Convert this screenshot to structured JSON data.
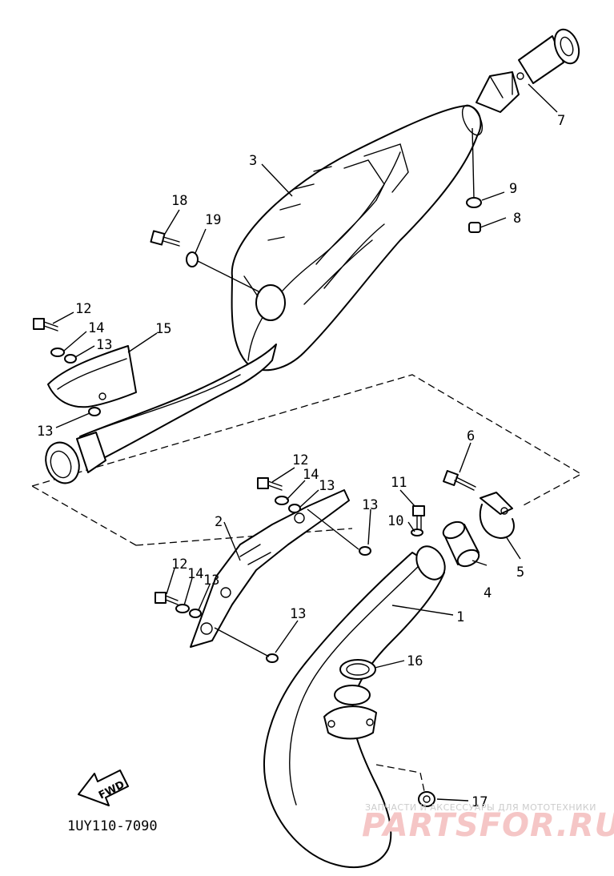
{
  "diagram": {
    "callouts": [
      {
        "id": "part-1",
        "label": "1"
      },
      {
        "id": "part-2",
        "label": "2"
      },
      {
        "id": "part-3",
        "label": "3"
      },
      {
        "id": "part-4",
        "label": "4"
      },
      {
        "id": "part-5",
        "label": "5"
      },
      {
        "id": "part-6",
        "label": "6"
      },
      {
        "id": "part-7",
        "label": "7"
      },
      {
        "id": "part-8",
        "label": "8"
      },
      {
        "id": "part-9",
        "label": "9"
      },
      {
        "id": "part-10",
        "label": "10"
      },
      {
        "id": "part-11",
        "label": "11"
      },
      {
        "id": "part-12a",
        "label": "12"
      },
      {
        "id": "part-12b",
        "label": "12"
      },
      {
        "id": "part-12c",
        "label": "12"
      },
      {
        "id": "part-13a",
        "label": "13"
      },
      {
        "id": "part-13b",
        "label": "13"
      },
      {
        "id": "part-13c",
        "label": "13"
      },
      {
        "id": "part-13d",
        "label": "13"
      },
      {
        "id": "part-13e",
        "label": "13"
      },
      {
        "id": "part-13f",
        "label": "13"
      },
      {
        "id": "part-14a",
        "label": "14"
      },
      {
        "id": "part-14b",
        "label": "14"
      },
      {
        "id": "part-14c",
        "label": "14"
      },
      {
        "id": "part-15",
        "label": "15"
      },
      {
        "id": "part-16",
        "label": "16"
      },
      {
        "id": "part-17",
        "label": "17"
      },
      {
        "id": "part-18",
        "label": "18"
      },
      {
        "id": "part-19",
        "label": "19"
      }
    ],
    "fwd_label": "FWD",
    "drawing_code": "1UY110-7090"
  },
  "watermark": {
    "tagline": "ЗАПЧАСТИ И АКСЕССУАРЫ ДЛЯ МОТОТЕХНИКИ",
    "brand": "PARTSFOR.RU",
    "brand_color": "#f5c6c6"
  }
}
